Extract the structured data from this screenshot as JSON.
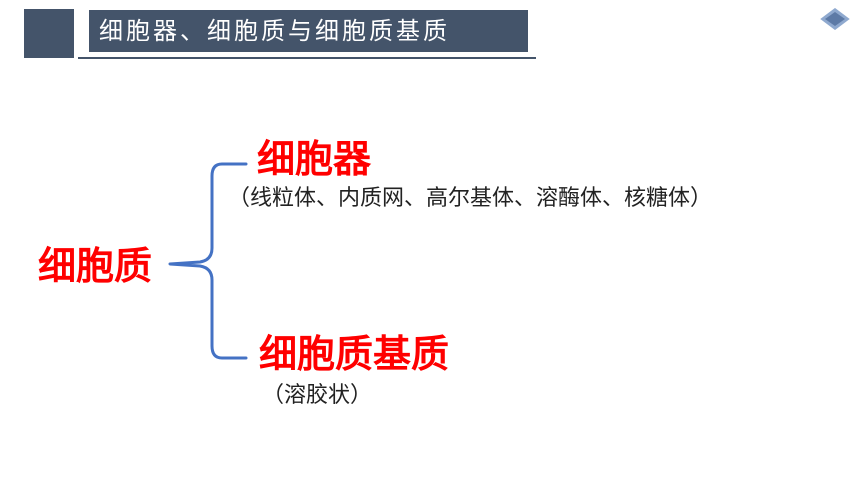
{
  "header": {
    "title": "细胞器、细胞质与细胞质基质",
    "colors": {
      "bar": "#44546a",
      "accent": "#7f9fc6"
    }
  },
  "diagram": {
    "root": "细胞质",
    "branches": [
      {
        "label": "细胞器",
        "detail": "（线粒体、内质网、高尔基体、溶酶体、核糖体）"
      },
      {
        "label": "细胞质基质",
        "detail": "（溶胶状）"
      }
    ],
    "colors": {
      "label": "#ff0000",
      "brace": "#4472c4"
    }
  }
}
